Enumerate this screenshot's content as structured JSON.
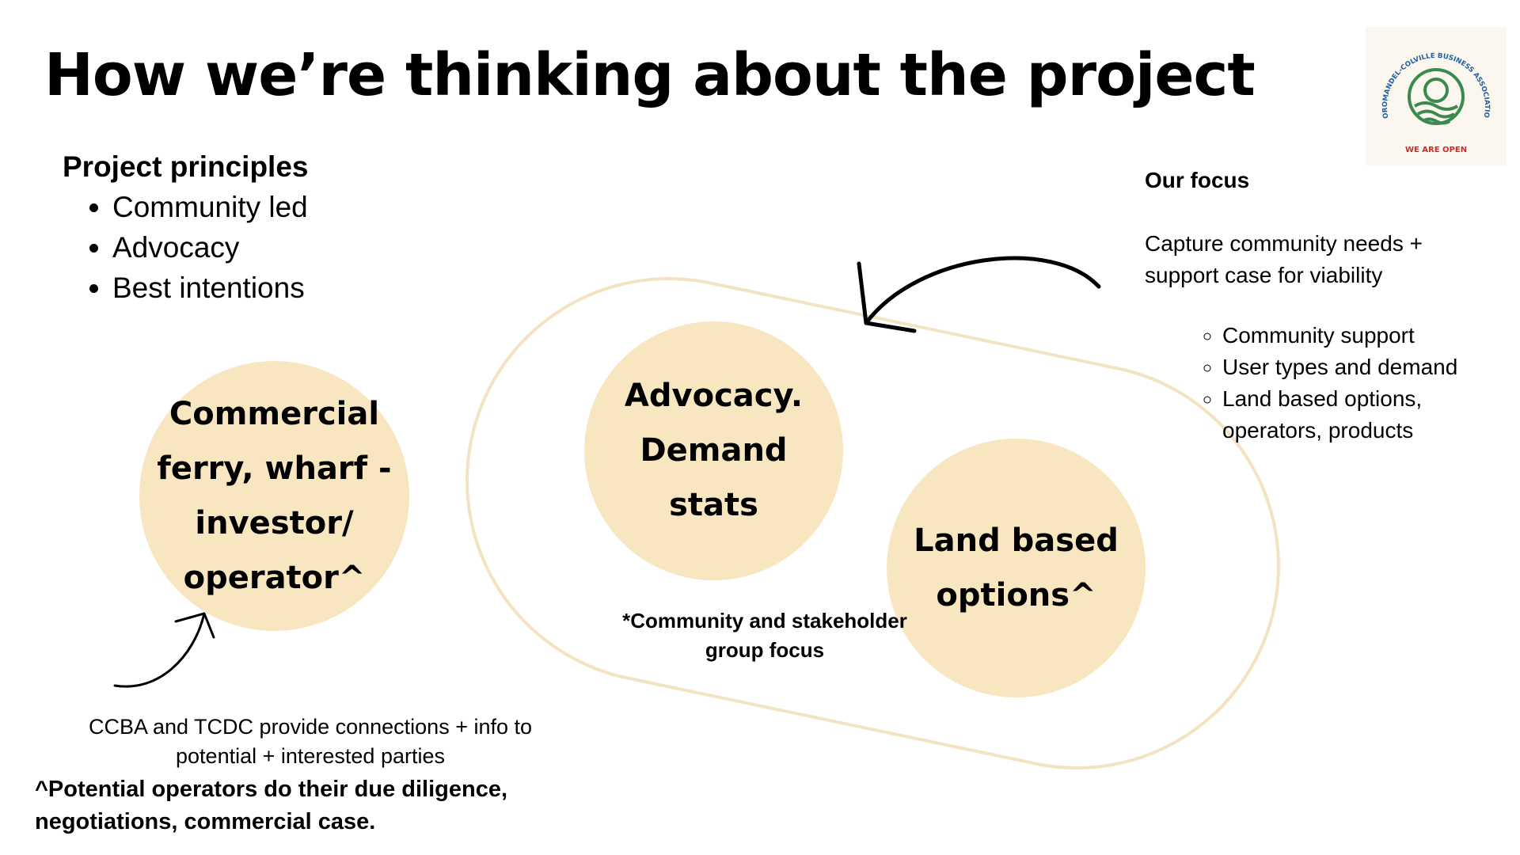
{
  "title": "How we’re thinking about the project",
  "principles": {
    "heading": "Project principles",
    "items": [
      "Community led",
      "Advocacy",
      "Best intentions"
    ]
  },
  "circles": {
    "commercial": "Commercial ferry, wharf - investor/ operator^",
    "advocacy": "Advocacy. Demand stats",
    "land": "Land based options^"
  },
  "group_note": "*Community and stakeholder group focus",
  "focus": {
    "heading": "Our focus",
    "text": "Capture community needs + support case for viability",
    "items": [
      "Community support",
      "User types and demand",
      "Land based options, operators, products"
    ]
  },
  "ccba_note": "CCBA and TCDC provide connections + info to potential + interested parties",
  "diligence_note": "^Potential operators do their due diligence, negotiations, commercial case.",
  "logo": {
    "ring_text": "COROMANDEL-COLVILLE BUSINESS ASSOCIATION",
    "tagline": "WE ARE OPEN",
    "colors": {
      "ring_text": "#1f5f9e",
      "emblem": "#3a8a4f",
      "tagline": "#d12a2a"
    }
  },
  "colors": {
    "circle_fill": "#f7e6c0",
    "outline": "#f3e3c0",
    "text": "#000000"
  }
}
